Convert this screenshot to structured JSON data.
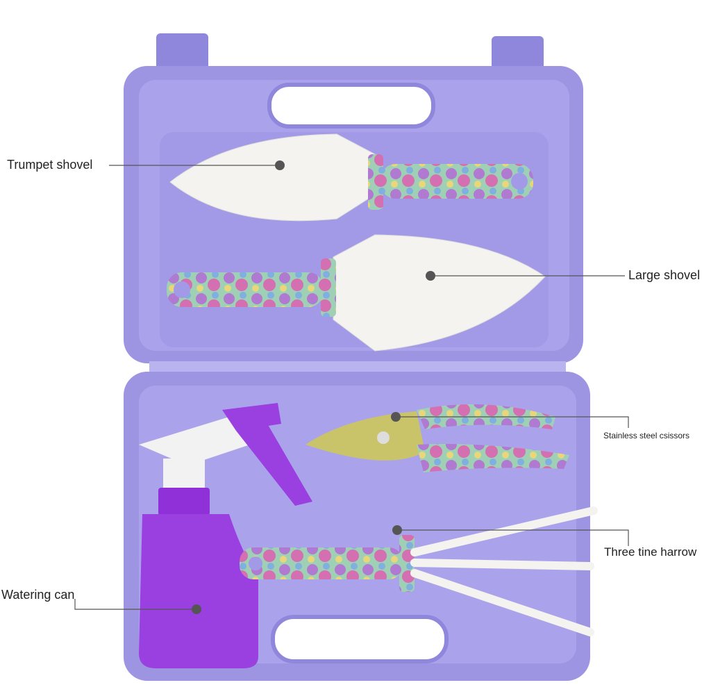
{
  "labels": {
    "trumpet_shovel": "Trumpet shovel",
    "large_shovel": "Large shovel",
    "scissors": "Stainless steel csissors",
    "harrow": "Three tine harrow",
    "watering_can": "Watering can"
  },
  "colors": {
    "case": "#9d95e2",
    "case_dark": "#7f76cf",
    "case_light": "#b3acee",
    "blade": "#f4f3ef",
    "handle_floral": "#a77fc9",
    "bottle": "#9a3fe0",
    "scissor_blade": "#c9c46a",
    "leader_line": "#555555"
  }
}
